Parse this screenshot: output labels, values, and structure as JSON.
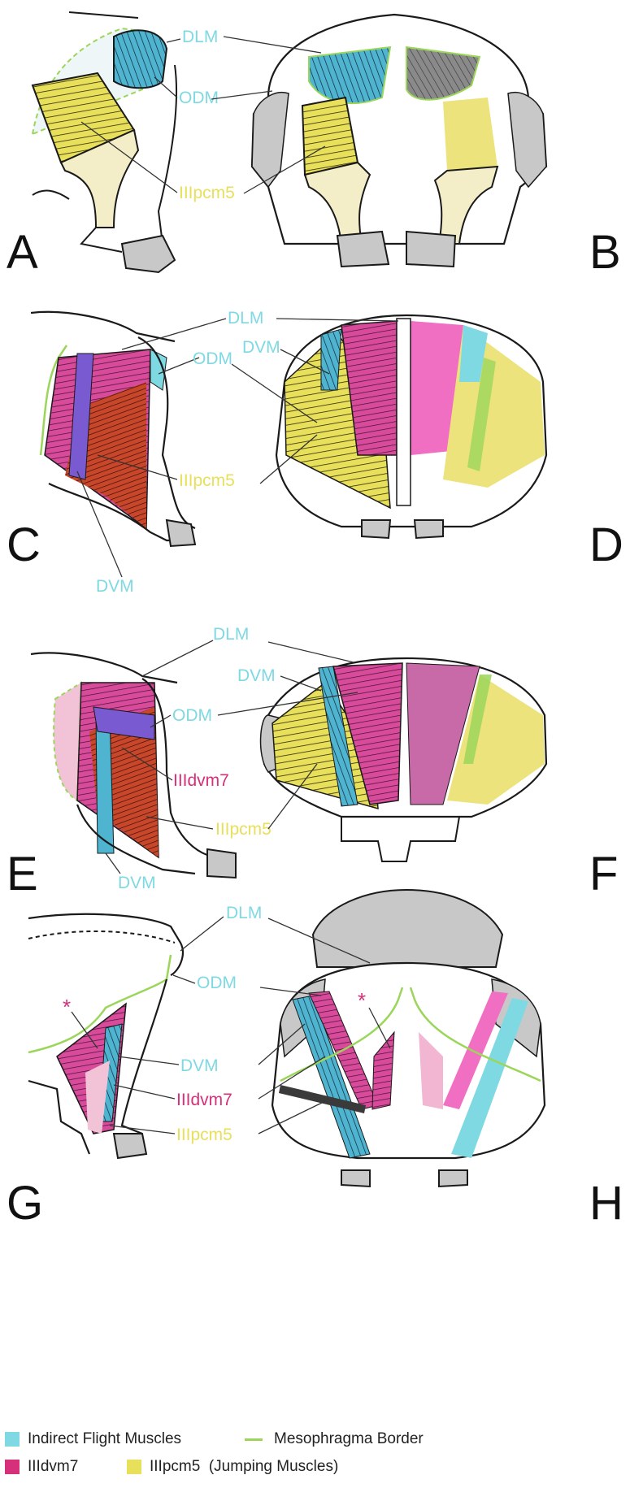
{
  "colors": {
    "indirect_flight": "#7fd9e2",
    "dvm7": "#d6307a",
    "pcm5": "#e8df5a",
    "mesophragma": "#9bd65a",
    "cuticle_grey": "#c8c8c8",
    "outline": "#1a1a1a"
  },
  "panels": {
    "A": {
      "letter": "A",
      "labels": {
        "dlm": "DLM",
        "odm": "ODM",
        "pcm5": "IIIpcm5"
      }
    },
    "B": {
      "letter": "B"
    },
    "C": {
      "letter": "C",
      "labels": {
        "dlm": "DLM",
        "odm": "ODM",
        "pcm5": "IIIpcm5",
        "dvm": "DVM"
      }
    },
    "D": {
      "letter": "D",
      "labels": {
        "dvm": "DVM"
      }
    },
    "E": {
      "letter": "E",
      "labels": {
        "dlm": "DLM",
        "odm": "ODM",
        "dvm7": "IIIdvm7",
        "pcm5": "IIIpcm5",
        "dvm": "DVM"
      }
    },
    "F": {
      "letter": "F",
      "labels": {
        "dvm": "DVM"
      }
    },
    "G": {
      "letter": "G",
      "labels": {
        "dlm": "DLM",
        "odm": "ODM",
        "dvm": "DVM",
        "dvm7": "IIIdvm7",
        "pcm5": "IIIpcm5"
      }
    },
    "H": {
      "letter": "H"
    }
  },
  "asterisk": "*",
  "legend": {
    "indirect": "Indirect Flight Muscles",
    "mesophragma": "Mesophragma Border",
    "dvm7": "IIIdvm7",
    "pcm5": "IIIpcm5  (Jumping Muscles)"
  }
}
